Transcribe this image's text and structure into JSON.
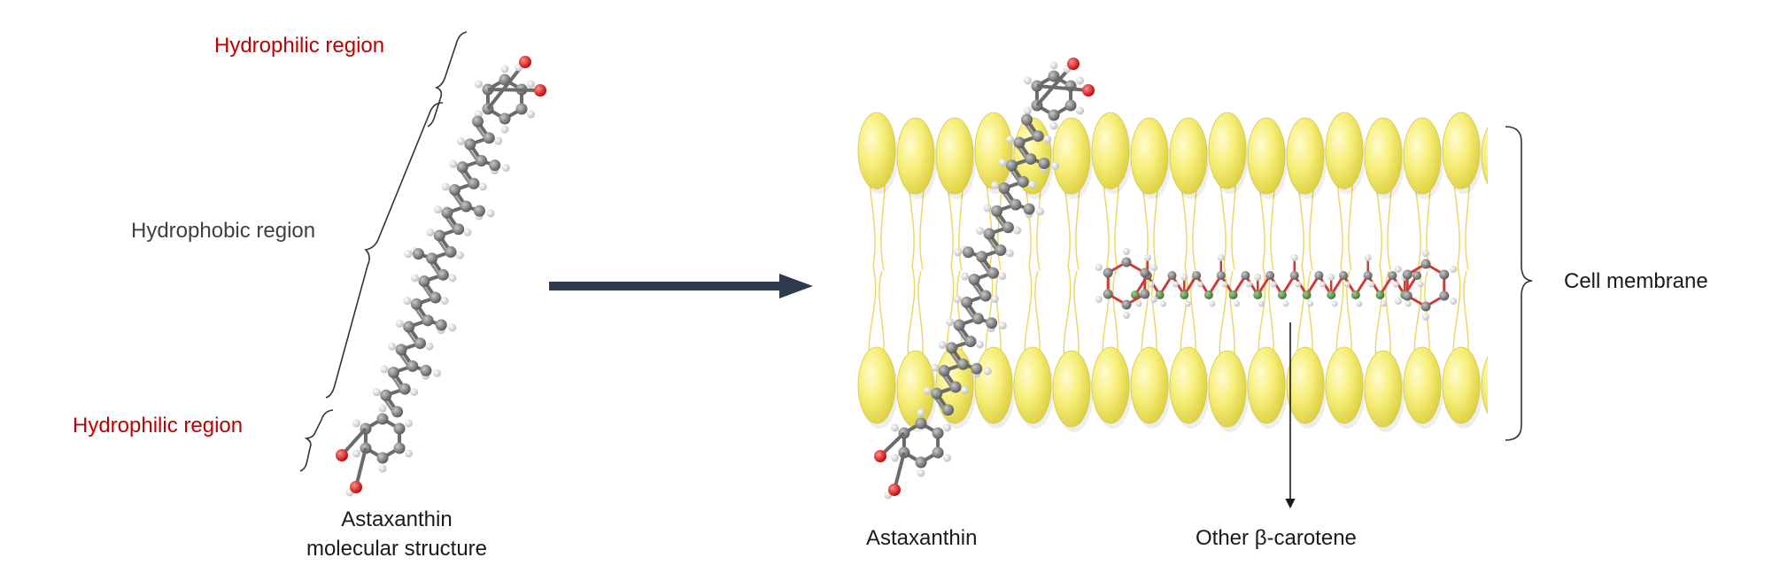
{
  "labels": {
    "hydrophilic_top": "Hydrophilic region",
    "hydrophobic": "Hydrophobic region",
    "hydrophilic_bottom": "Hydrophilic region",
    "astaxanthin_structure_line1": "Astaxanthin",
    "astaxanthin_structure_line2": "molecular structure",
    "astaxanthin": "Astaxanthin",
    "beta_carotene": "Other β-carotene",
    "cell_membrane": "Cell membrane"
  },
  "colors": {
    "region_label_red": "#c00000",
    "arrow": "#2e3b4e",
    "lipid_head": "#f2ea6a",
    "lipid_tail": "#e6cf4a",
    "carbon": "#7a7a7a",
    "oxygen": "#e8141a",
    "hydrogen": "#f2f2f2"
  },
  "icons": [
    "curly-brace",
    "right-arrow",
    "down-arrow",
    "ball-and-stick-molecule",
    "lipid-bilayer"
  ]
}
